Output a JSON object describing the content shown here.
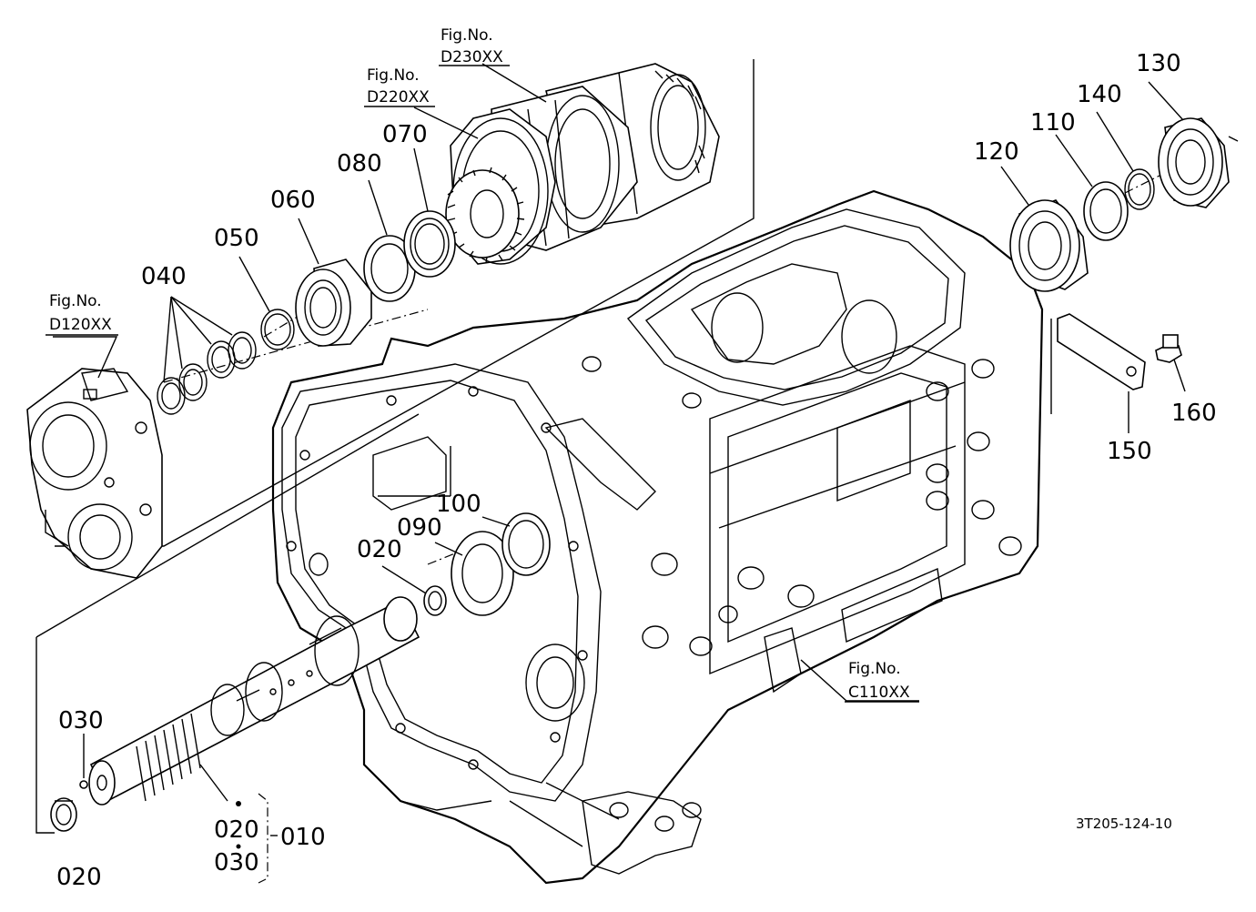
{
  "figure_refs": {
    "d230": {
      "line1": "Fig.No.",
      "line2": "D230XX"
    },
    "d220": {
      "line1": "Fig.No.",
      "line2": "D220XX"
    },
    "d120": {
      "line1": "Fig.No.",
      "line2": "D120XX"
    },
    "c110": {
      "line1": "Fig.No.",
      "line2": "C110XX"
    }
  },
  "part_labels": {
    "p010": "010",
    "p020_sleeve": "020",
    "p020_set": "020",
    "p020_bottom": "020",
    "p030_top": "030",
    "p030_set": "030",
    "p040": "040",
    "p050": "050",
    "p060": "060",
    "p070": "070",
    "p080": "080",
    "p090": "090",
    "p100": "100",
    "p110": "110",
    "p120": "120",
    "p130": "130",
    "p140": "140",
    "p150": "150",
    "p160": "160"
  },
  "drawing_code": "3T205-124-10",
  "icons": [
    "transmission-case",
    "gear-assembly",
    "input-shaft",
    "bearing",
    "seal",
    "circlip",
    "plate",
    "plug"
  ]
}
